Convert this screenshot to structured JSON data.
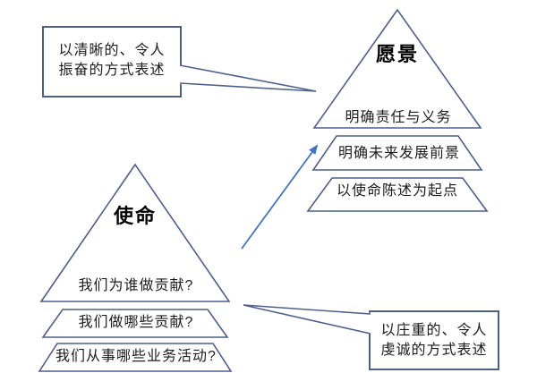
{
  "colors": {
    "background": "#ffffff",
    "shape_outline": "#4e5f8c",
    "arrow_blue": "#4472c4",
    "body_text": "#1c1c1c",
    "title_text": "#000000"
  },
  "vision_pyramid": {
    "title": "愿景",
    "layers": [
      "明确责任与义务",
      "明确未来发展前景",
      "以使命陈述为起点"
    ]
  },
  "mission_pyramid": {
    "title": "使命",
    "layers": [
      "我们为谁做贡献?",
      "我们做哪些贡献?",
      "我们从事哪些业务活动?"
    ]
  },
  "callouts": {
    "vision_note": {
      "line1": "以清晰的、令人",
      "line2": "振奋的方式表述"
    },
    "mission_note": {
      "line1": "以庄重的、令人",
      "line2": "虔诚的方式表述"
    }
  }
}
